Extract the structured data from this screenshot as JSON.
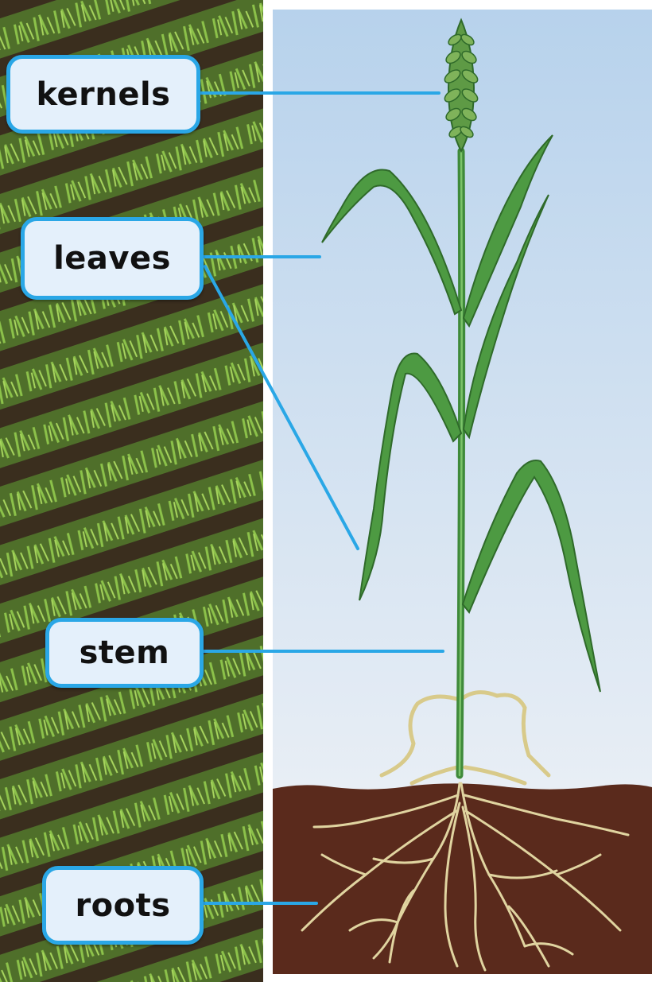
{
  "labels": {
    "kernels": "kernels",
    "leaves": "leaves",
    "stem": "stem",
    "roots": "roots"
  },
  "colors": {
    "label_border": "#2aa7e6",
    "label_fill": "#e4f0fb",
    "leader_line": "#2aa7e6",
    "sky_top": "#bcd6ee",
    "sky_bottom": "#e6eef6",
    "soil": "#5a2a1c",
    "plant_green": "#3f8a3a",
    "root_color": "#e0d4a0",
    "field_dark": "#3a2f1e",
    "field_green": "#6fae3a"
  },
  "icons": {
    "plant": "wheat-plant-icon",
    "field": "wheat-field-photo"
  }
}
